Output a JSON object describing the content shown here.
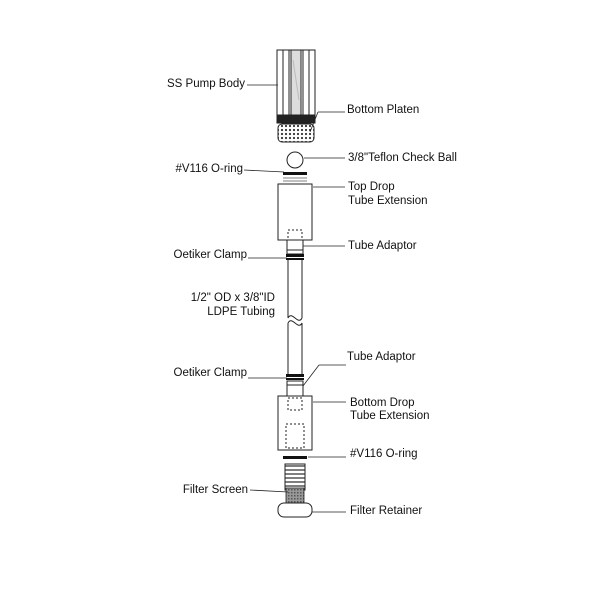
{
  "labels": {
    "ss_pump_body": "SS Pump Body",
    "bottom_platen": "Bottom Platen",
    "check_ball": "3/8\"Teflon Check Ball",
    "oring_top": "#V116 O-ring",
    "top_drop_1": "Top Drop",
    "top_drop_2": "Tube Extension",
    "tube_adaptor_top": "Tube Adaptor",
    "oetiker_top": "Oetiker Clamp",
    "tubing_1": "1/2\" OD x 3/8\"ID",
    "tubing_2": "LDPE Tubing",
    "tube_adaptor_bottom": "Tube Adaptor",
    "oetiker_bottom": "Oetiker Clamp",
    "bottom_drop_1": "Bottom Drop",
    "bottom_drop_2": "Tube Extension",
    "oring_bottom": "#V116 O-ring",
    "filter_screen": "Filter Screen",
    "filter_retainer": "Filter Retainer"
  }
}
